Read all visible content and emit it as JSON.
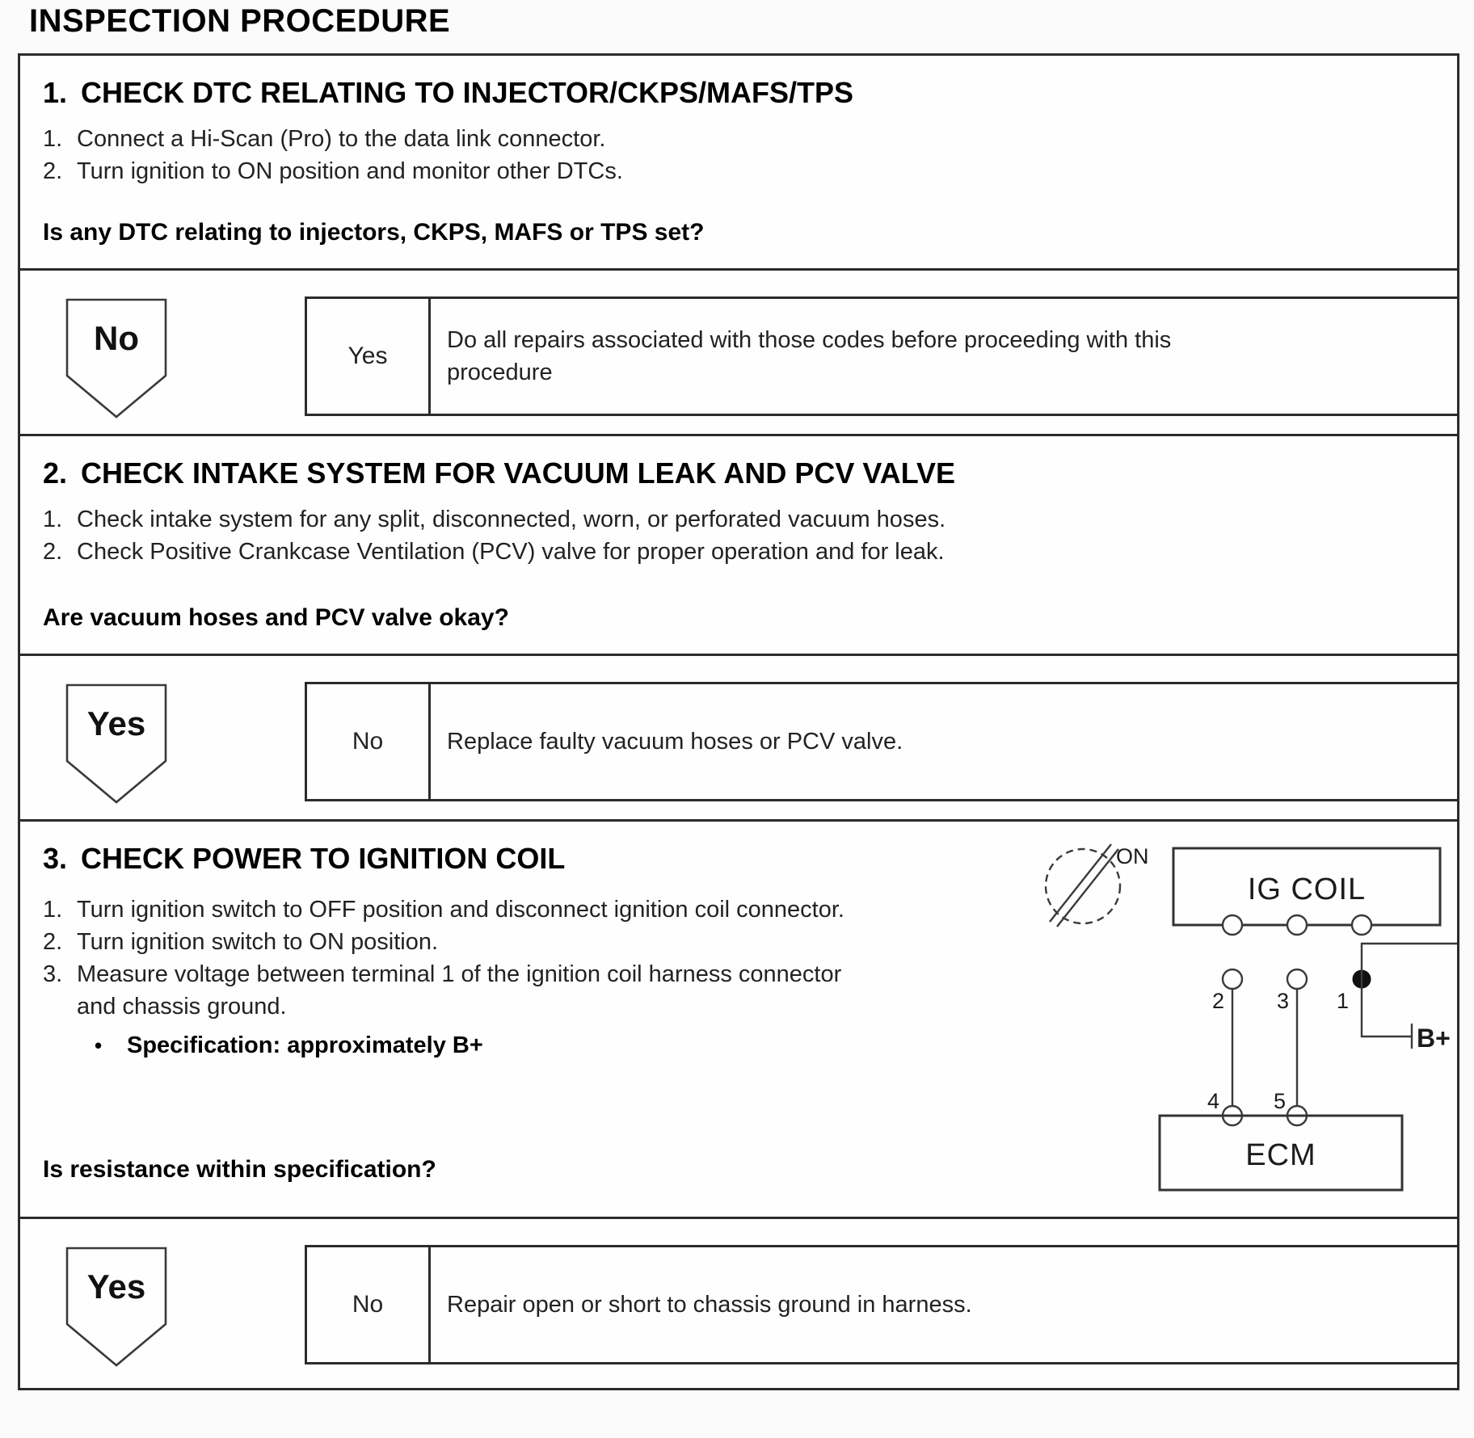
{
  "title": "INSPECTION PROCEDURE",
  "sections": [
    {
      "number": "1.",
      "heading": "CHECK DTC RELATING TO INJECTOR/CKPS/MAFS/TPS",
      "steps": [
        {
          "num": "1.",
          "text": "Connect a Hi-Scan (Pro) to the data link connector."
        },
        {
          "num": "2.",
          "text": "Turn ignition to ON position and monitor other DTCs."
        }
      ],
      "question": "Is any DTC relating to injectors, CKPS, MAFS or TPS set?"
    },
    {
      "number": "2.",
      "heading": "CHECK INTAKE SYSTEM FOR VACUUM LEAK AND PCV VALVE",
      "steps": [
        {
          "num": "1.",
          "text": "Check intake system for any split, disconnected, worn, or perforated vacuum hoses."
        },
        {
          "num": "2.",
          "text": "Check Positive Crankcase Ventilation (PCV) valve for proper operation and for leak."
        }
      ],
      "question": "Are vacuum hoses and PCV valve okay?"
    },
    {
      "number": "3.",
      "heading": "CHECK POWER TO IGNITION COIL",
      "steps": [
        {
          "num": "1.",
          "text": "Turn ignition switch to OFF position and disconnect ignition coil connector."
        },
        {
          "num": "2.",
          "text": "Turn ignition switch to ON position."
        },
        {
          "num": "3.",
          "text": "Measure voltage between terminal 1 of the ignition coil harness connector and chassis ground."
        }
      ],
      "bullet_marker": "•",
      "bullet": "Specification: approximately B+",
      "question": "Is resistance within specification?"
    }
  ],
  "decisions": [
    {
      "arrow": "No",
      "branch": "Yes",
      "action": "Do all repairs associated with those codes before proceeding with this procedure"
    },
    {
      "arrow": "Yes",
      "branch": "No",
      "action": "Replace faulty vacuum hoses or PCV valve."
    },
    {
      "arrow": "Yes",
      "branch": "No",
      "action": "Repair open or short to chassis ground in harness."
    }
  ],
  "diagram": {
    "switch_position_label": "ON",
    "coil_label": "IG COIL",
    "ecm_label": "ECM",
    "power_label": "B+",
    "coil_terminal_labels": [
      "2",
      "3",
      "1"
    ],
    "ecm_terminal_labels": [
      "4",
      "5"
    ]
  },
  "colors": {
    "line": "#2b2b2b",
    "text": "#1f1f1f",
    "background": "#fbfbfb"
  }
}
